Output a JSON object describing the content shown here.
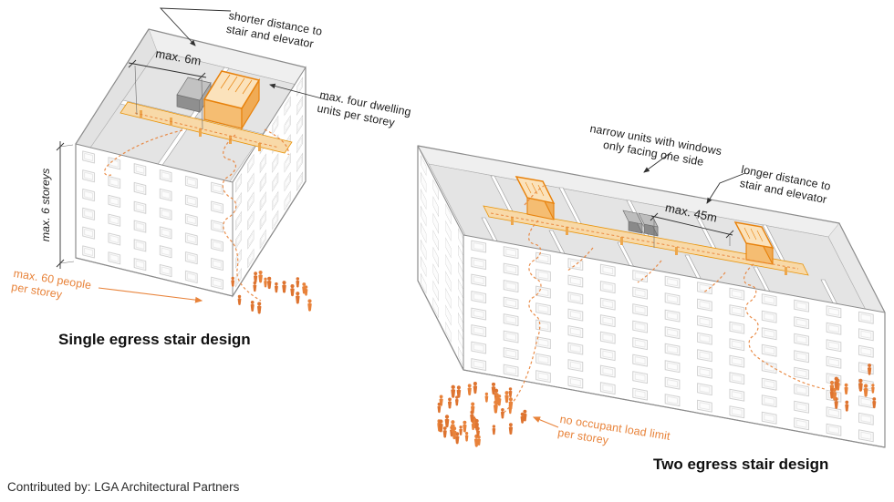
{
  "page": {
    "attribution": "Contributed by: LGA Architectural Partners"
  },
  "palette": {
    "accent_orange": "#E8833A",
    "core_outline_orange": "#E8820C",
    "corridor_fill": "#F8D9A8",
    "floor_gray": "#E4E4E4",
    "elevator_gray": "#9B9B9B",
    "line_dark": "#303030",
    "building_line": "#8C8C8C"
  },
  "single_egress": {
    "caption": "Single egress stair design",
    "labels": {
      "shorter_distance": {
        "l1": "shorter distance to",
        "l2": "stair and elevator"
      },
      "unit_distance": "max. 6m",
      "dwelling_units": {
        "l1": "max. four dwelling",
        "l2": "units per storey"
      },
      "storeys": "max. 6 storeys",
      "occupants": {
        "l1": "max. 60 people",
        "l2": "per storey"
      }
    }
  },
  "two_egress": {
    "caption": "Two egress stair design",
    "labels": {
      "narrow_units": {
        "l1": "narrow units with windows",
        "l2": "only facing one side"
      },
      "longer_distance": {
        "l1": "longer distance to",
        "l2": "stair and elevator"
      },
      "travel_distance": "max. 45m",
      "occupants": {
        "l1": "no occupant load limit",
        "l2": "per storey"
      }
    }
  }
}
